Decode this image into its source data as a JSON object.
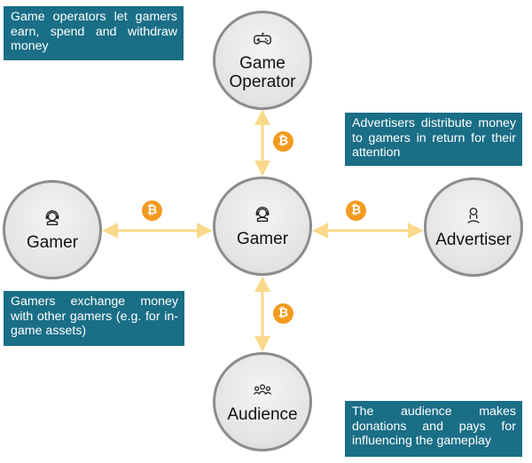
{
  "callouts": {
    "operator": "Game operators let gamers earn, spend and withdraw money",
    "advertiser": "Advertisers distribute money to gamers in return for their attention",
    "gamers": "Gamers exchange money with other gamers (e.g. for in-game assets)",
    "audience": "The audience makes donations and pays for influencing the gameplay"
  },
  "nodes": {
    "operator": {
      "label": "Game\nOperator",
      "icon": "gamepad-icon"
    },
    "center": {
      "label": "Gamer",
      "icon": "headset-gamer-icon"
    },
    "left": {
      "label": "Gamer",
      "icon": "headset-gamer-icon"
    },
    "right": {
      "label": "Advertiser",
      "icon": "person-icon"
    },
    "audience": {
      "label": "Audience",
      "icon": "group-icon"
    }
  },
  "coin_symbol": "₿",
  "colors": {
    "callout_bg": "#1a6e86",
    "arrow": "#fad98a",
    "coin": "#f39a1f",
    "node_border": "#8c8c8c"
  }
}
